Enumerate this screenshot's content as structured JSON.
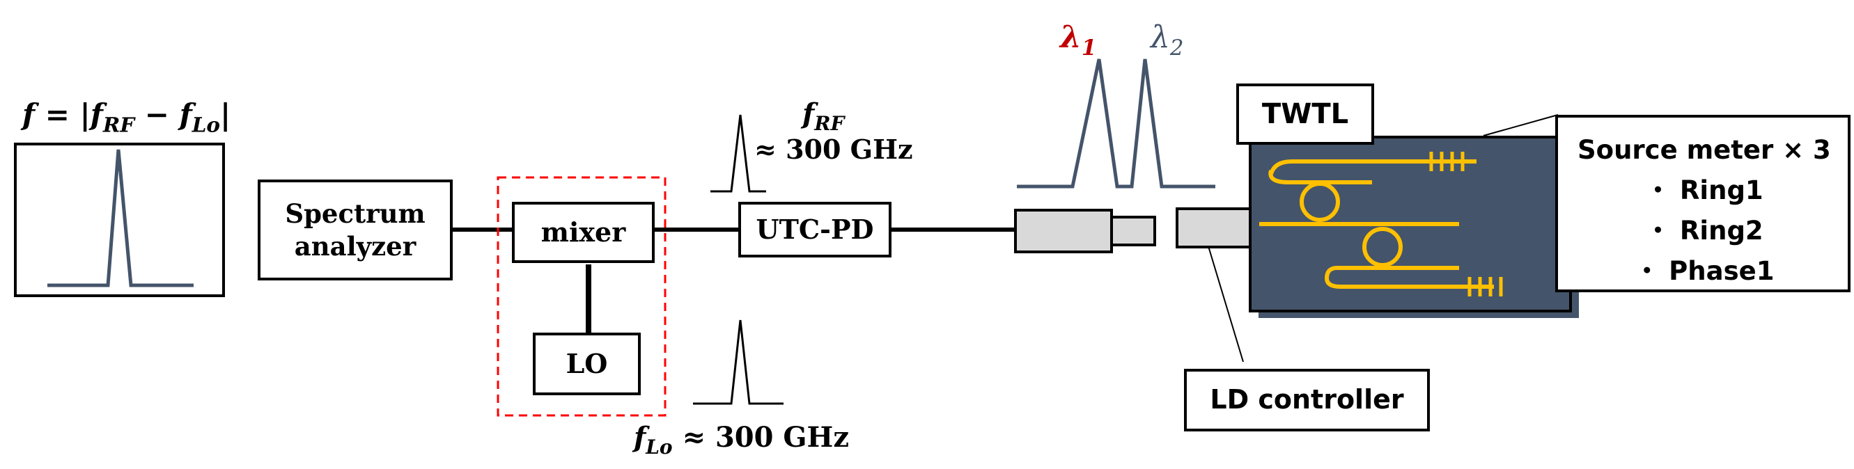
{
  "formula": {
    "f": "f",
    "eq": " = |",
    "frf": "f",
    "frf_sub": "RF",
    "minus": " − ",
    "flo": "f",
    "flo_sub": "Lo",
    "end": "|"
  },
  "labels": {
    "spectrum_analyzer": [
      "Spectrum",
      "analyzer"
    ],
    "mixer": "mixer",
    "lo": "LO",
    "utc_pd": "UTC-PD",
    "twtl": "TWTL",
    "ld_controller": "LD controller"
  },
  "rf_label": {
    "f": "f",
    "sub": "RF",
    "value": "≈ 300 GHz"
  },
  "lo_label": {
    "f": "f",
    "sub": "Lo",
    "value": "≈ 300 GHz"
  },
  "lambda1": {
    "sym": "λ",
    "sub": "1",
    "color": "#c00000"
  },
  "lambda2": {
    "sym": "λ",
    "sub": "2",
    "color": "#44546a"
  },
  "source_meter": {
    "title": "Source meter × 3",
    "items": [
      "・ Ring1",
      "・ Ring2",
      "・ Phase1"
    ]
  },
  "colors": {
    "spectrum": "#44546a",
    "chip": "#44546a",
    "waveguide": "#ffc000",
    "dashed": "#ff0000"
  }
}
